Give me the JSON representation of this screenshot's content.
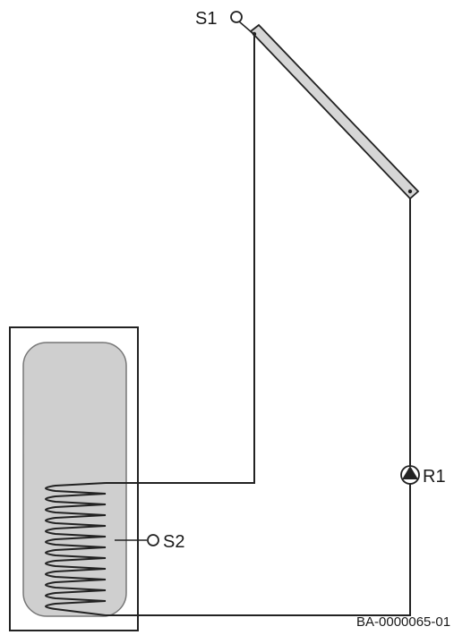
{
  "labels": {
    "sensor_collector": "S1",
    "sensor_tank": "S2",
    "pump": "R1"
  },
  "document_code": "BA-0000065-01",
  "colors": {
    "line": "#222222",
    "tank_fill": "#cfcfcf",
    "collector_fill": "#d6d6d6",
    "background": "#ffffff"
  }
}
